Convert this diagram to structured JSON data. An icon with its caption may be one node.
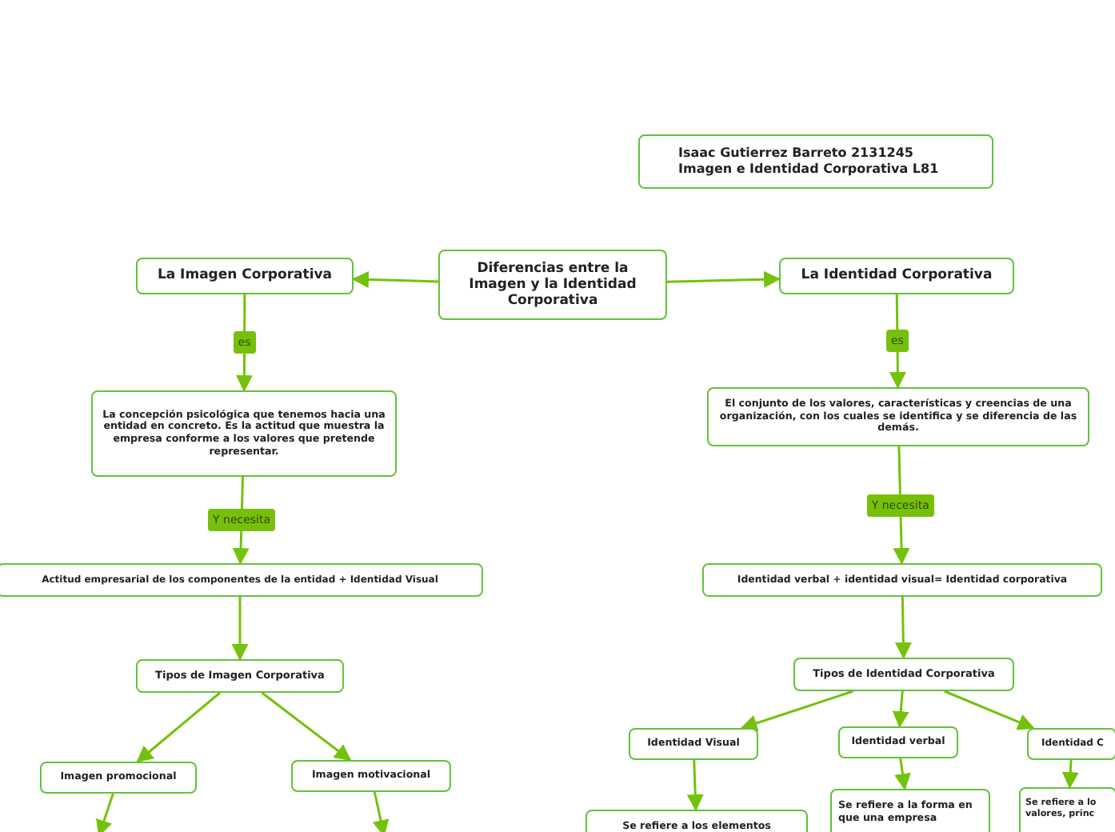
{
  "diagram": {
    "nodes": [
      {
        "text": [
          "Diferencias entre la Imagen y la Identidad Corporativa"
        ]
      },
      {
        "text": [
          "Isaac Gutierrez Barreto 2131245 Imagen e Identidad Corporativa L81"
        ]
      },
      {
        "text": [
          "La Imagen Corporativa"
        ]
      },
      {
        "text": [
          "La concepción psicológica que tenemos hacia una entidad en concreto. Es la actitud que muestra la empresa conforme a los valores que pretende representar."
        ]
      },
      {
        "text": [
          "Actitud empresarial de los componentes de la entidad + Identidad Visual"
        ]
      },
      {
        "text": [
          "Tipos de Imagen Corporativa"
        ]
      },
      {
        "text": [
          "Imagen promocional"
        ]
      },
      {
        "text": [
          "Imagen motivacional"
        ]
      },
      {
        "text": [
          "La Identidad Corporativa"
        ]
      },
      {
        "text": [
          "El conjunto de los valores, características y creencias de una organización, con los cuales se identifica y se diferencia de las demás."
        ]
      },
      {
        "text": [
          "Identidad verbal + identidad visual= Identidad corporativa"
        ]
      },
      {
        "text": [
          "Tipos de Identidad Corporativa"
        ]
      },
      {
        "text": [
          "Identidad Visual"
        ]
      },
      {
        "text": [
          "Identidad verbal"
        ]
      },
      {
        "text": [
          "Identidad C"
        ]
      },
      {
        "text": [
          "Se refiere a los elementos"
        ]
      },
      {
        "text": [
          "Se refiere a la forma en que una empresa"
        ]
      },
      {
        "text": [
          "Se refiere a lo valores, princ"
        ]
      }
    ],
    "edges": [
      {
        "from": 0,
        "to": 2,
        "arrow": "to"
      },
      {
        "from": 0,
        "to": 8,
        "arrow": "to"
      },
      {
        "from": 2,
        "to": 3,
        "arrow": "to",
        "label": "es"
      },
      {
        "from": 3,
        "to": 4,
        "arrow": "to",
        "label": "Y necesita"
      },
      {
        "from": 4,
        "to": 5,
        "arrow": "to"
      },
      {
        "from": 5,
        "to": 6,
        "arrow": "to"
      },
      {
        "from": 5,
        "to": 7,
        "arrow": "to"
      },
      {
        "from": 6,
        "to": null,
        "arrow": "to"
      },
      {
        "from": 7,
        "to": null,
        "arrow": "to"
      },
      {
        "from": 8,
        "to": 9,
        "arrow": "to",
        "label": "es"
      },
      {
        "from": 9,
        "to": 10,
        "arrow": "to",
        "label": "Y necesita"
      },
      {
        "from": 10,
        "to": 11,
        "arrow": "to"
      },
      {
        "from": 11,
        "to": 12,
        "arrow": "to"
      },
      {
        "from": 11,
        "to": 13,
        "arrow": "to"
      },
      {
        "from": 11,
        "to": 14,
        "arrow": "to"
      },
      {
        "from": 12,
        "to": 15,
        "arrow": "to"
      },
      {
        "from": 13,
        "to": 16,
        "arrow": "to"
      },
      {
        "from": 14,
        "to": 17,
        "arrow": "to"
      }
    ]
  }
}
